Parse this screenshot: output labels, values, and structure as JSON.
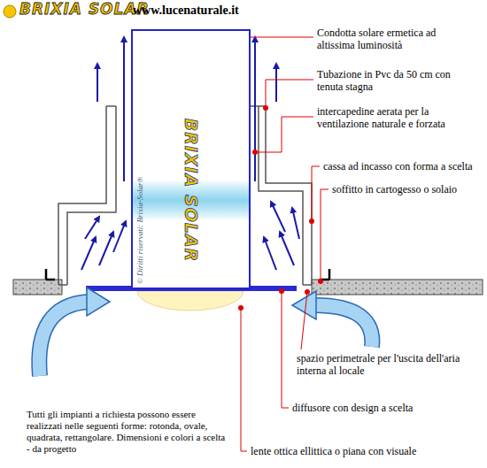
{
  "diagram": {
    "nodes": [
      {
        "text": [
          "BRIXIA SOLAR",
          "© Diritti riservati: Brixia-Solar®"
        ]
      }
    ],
    "labels": [
      "BRIXIA SOLAR",
      "www.lucenaturale.it",
      "Condotta solare ermetica ad altissima luminosità",
      "Tubazione in Pvc da 50 cm con tenuta stagna",
      "intercapedine aerata per la ventilazione naturale e forzata",
      "cassa ad incasso con forma a scelta",
      "soffitto in cartogesso o solaio",
      "spazio perimetrale per l'uscita dell'aria interna al locale",
      "diffusore con design a scelta",
      "lente ottica ellittica o piana con visuale",
      "Tutti gli impianti a richiesta possono essere realizzati nelle seguenti forme: rotonda, ovale, quadrata, rettangolare. Dimensioni e colori a scelta - da progetto"
    ]
  }
}
